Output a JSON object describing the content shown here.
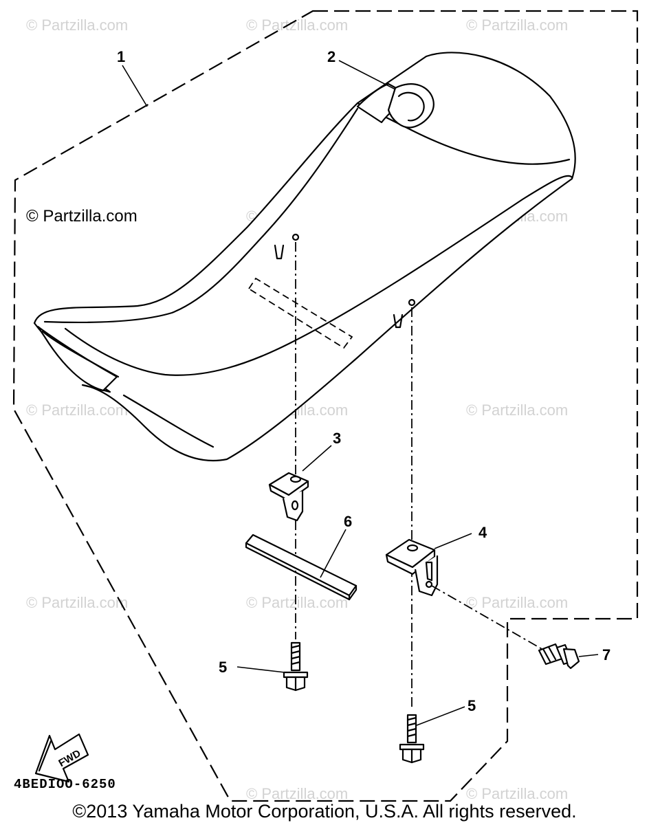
{
  "watermarks": {
    "main": "© Partzilla.com",
    "faint": "© Partzilla.com"
  },
  "callouts": {
    "c1": "1",
    "c2": "2",
    "c3": "3",
    "c4": "4",
    "c5a": "5",
    "c5b": "5",
    "c6": "6",
    "c7": "7"
  },
  "fwd_label": "FWD",
  "diagram_code": "4BEDIOO-6250",
  "copyright": "©2013  Yamaha Motor Corporation, U.S.A. All rights reserved."
}
